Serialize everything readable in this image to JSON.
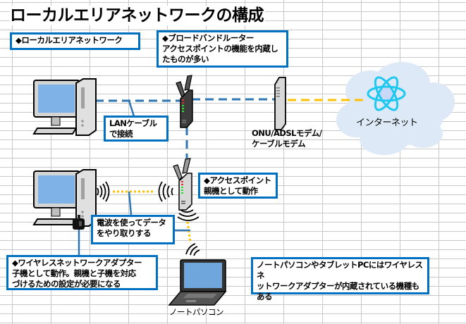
{
  "page_title": "ローカルエリアネットワークの構成",
  "callouts": {
    "lan": "◆ローカルエリアネットワーク",
    "router": "◆ブロードバンドルーター\nアクセスポイントの機能を内蔵し\nたものが多い",
    "lan_cable": "LANケーブル\nで接続",
    "access_point": "◆アクセスポイント\n親機として動作",
    "radio": "電波を使ってデータ\nをやり取りする",
    "adapter": "◆ワイヤレスネットワークアダプター\n子機として動作。親機と子機を対応\nづけるための設定が必要になる",
    "laptop_note": "ノートパソコンやタブレットPCにはワイヤレスネ\nットワークアダプターが内蔵されている機種も\nある"
  },
  "labels": {
    "modem": "ONU/ADSLモデム/\nケーブルモデム",
    "internet": "インターネット",
    "laptop": "ノートパソコン"
  },
  "colors": {
    "callout_border": "#0070c0",
    "lan_line": "#2e75b6",
    "wan_line": "#ffc000",
    "cloud": "#dde9f6",
    "globe": "#1ec8f0"
  }
}
